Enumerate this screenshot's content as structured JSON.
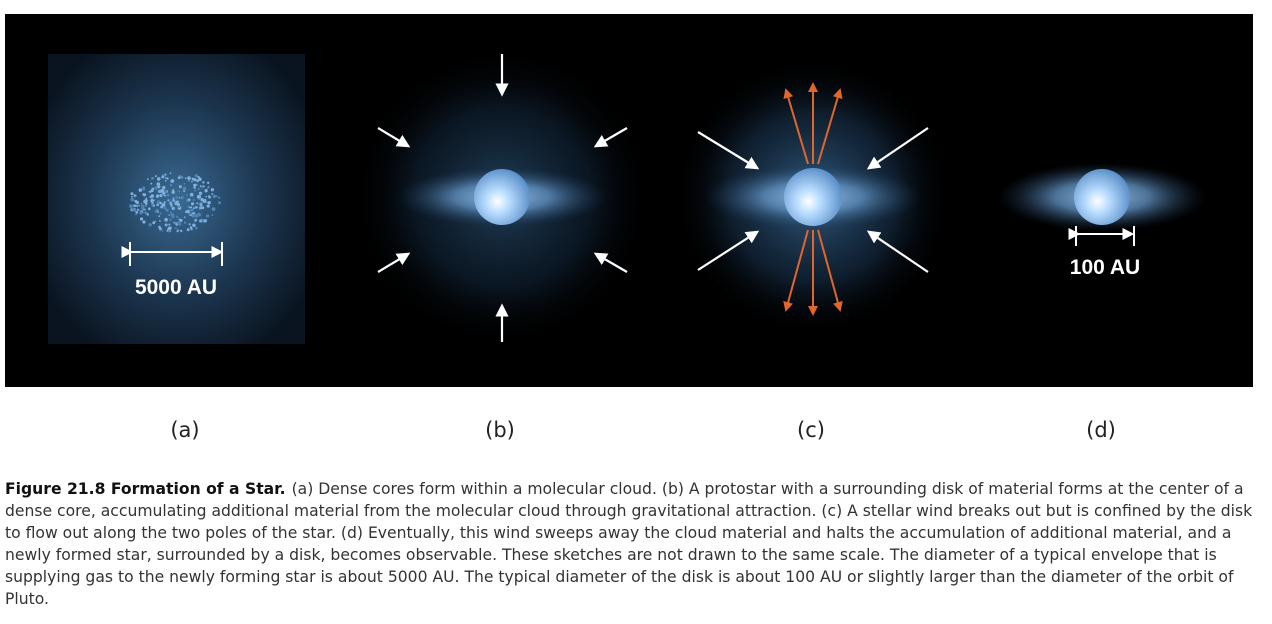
{
  "panels": [
    {
      "id": "a",
      "label": "(a)",
      "scale_label": "5000 AU"
    },
    {
      "id": "b",
      "label": "(b)"
    },
    {
      "id": "c",
      "label": "(c)"
    },
    {
      "id": "d",
      "label": "(d)",
      "scale_label": "100 AU"
    }
  ],
  "caption": {
    "title": "Figure 21.8 Formation of a Star.",
    "text": "(a) Dense cores form within a molecular cloud. (b) A protostar with a surrounding disk of material forms at the center of a dense core, accumulating additional material from the molecular cloud through gravitational attraction. (c) A stellar wind breaks out but is confined by the disk to flow out along the two poles of the star. (d) Eventually, this wind sweeps away the cloud material and halts the accumulation of additional material, and a newly formed star, surrounded by a disk, becomes observable. These sketches are not drawn to the same scale. The diameter of a typical envelope that is supplying gas to the newly forming star is about 5000 AU. The typical diameter of the disk is about 100 AU or slightly larger than the diameter of the orbit of Pluto."
  },
  "colors": {
    "background": "#000000",
    "cloud": "#3f6f96",
    "disk": "#6f9cc8",
    "star": "#8fc4f0",
    "wind_arrow": "#e0662c",
    "infall_arrow": "#ffffff"
  }
}
